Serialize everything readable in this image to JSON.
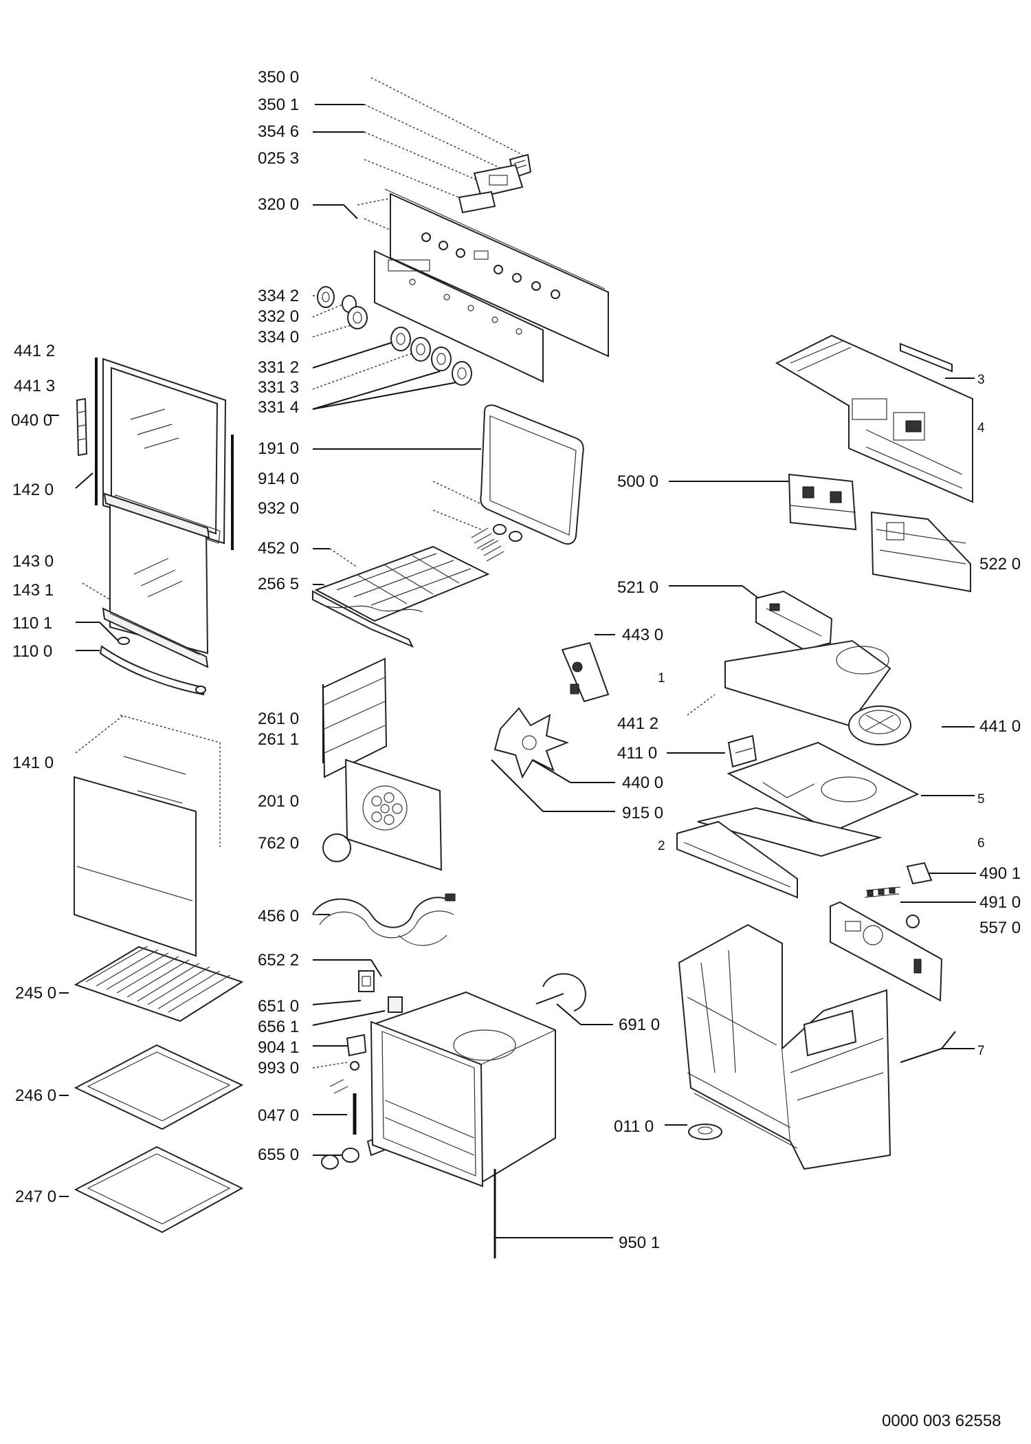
{
  "labels": {
    "p3500": "350 0",
    "p3501": "350 1",
    "p3546": "354 6",
    "p0253": "025 3",
    "p3200": "320 0",
    "p3342": "334 2",
    "p3320": "332 0",
    "p3340": "334 0",
    "p3312": "331 2",
    "p3313": "331 3",
    "p3314": "331 4",
    "p1910": "191 0",
    "p9140": "914 0",
    "p9320": "932 0",
    "p4520": "452 0",
    "p2565": "256 5",
    "p2610": "261 0",
    "p2611": "261 1",
    "p2010": "201 0",
    "p7620": "762 0",
    "p4560": "456 0",
    "p6522": "652 2",
    "p6510": "651 0",
    "p6561": "656 1",
    "p9041": "904 1",
    "p9930": "993 0",
    "p0470": "047 0",
    "p6550": "655 0",
    "p9501": "950 1",
    "p6910": "691 0",
    "p0110": "011 0",
    "p4412a": "441 2",
    "p4413": "441 3",
    "p0400": "040 0",
    "p1420": "142 0",
    "p1430": "143 0",
    "p1431": "143 1",
    "p1101": "110 1",
    "p1100": "110 0",
    "p1410": "141 0",
    "p2450": "245 0",
    "p2460": "246 0",
    "p2470": "247 0",
    "p5000": "500 0",
    "p5220": "522 0",
    "p5210": "521 0",
    "p4430": "443 0",
    "p4412b": "441 2",
    "p4110": "411 0",
    "p4400": "440 0",
    "p9150": "915 0",
    "p4410": "441 0",
    "p4901": "490 1",
    "p4910": "491 0",
    "p5570": "557 0"
  },
  "numbers": {
    "n1": "1",
    "n2": "2",
    "n3": "3",
    "n4": "4",
    "n5": "5",
    "n6": "6",
    "n7": "7"
  },
  "code": "0000 003 62558"
}
